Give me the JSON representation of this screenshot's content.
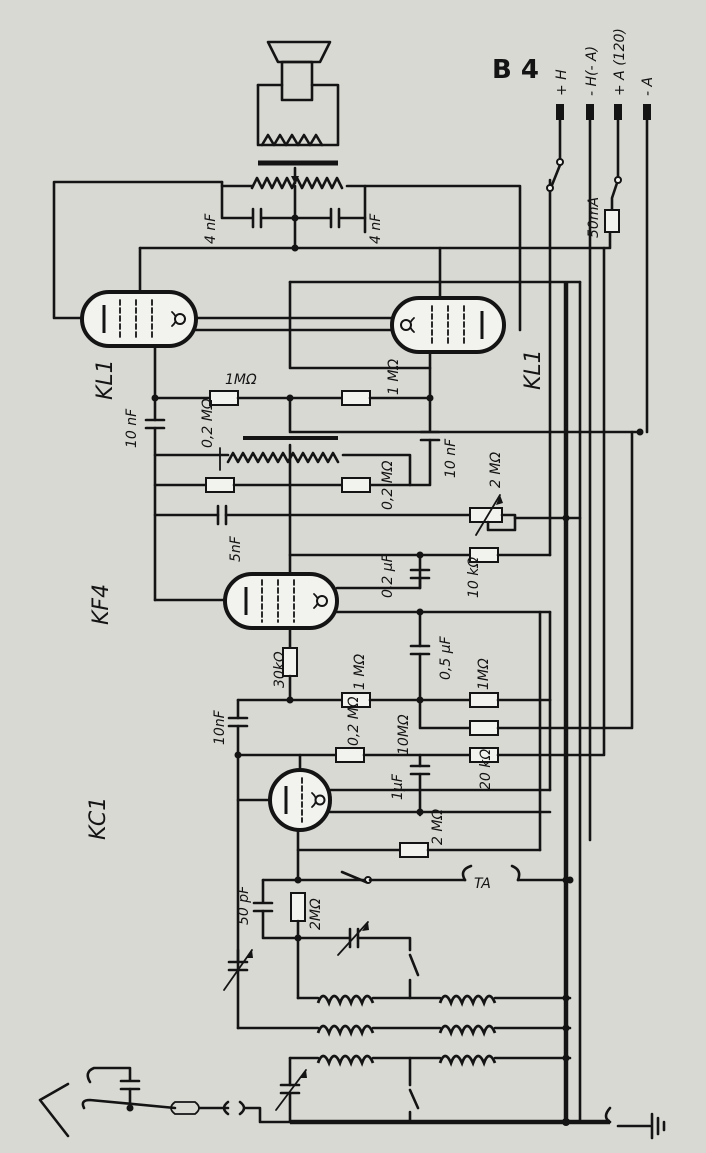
{
  "diagram": {
    "title": "B 4",
    "supply": {
      "h": "+ H",
      "minus_h": "- H(- A)",
      "plus_a": "+ A (120)",
      "minus_a": "- A",
      "fuse": "50mA"
    },
    "tubes": {
      "kc1": "KC1",
      "kf4": "KF4",
      "kl1_left": "KL1",
      "kl1_right": "KL1"
    },
    "labels": {
      "cap_4nf_left": "4 nF",
      "cap_4nf_right": "4 nF",
      "r_1m_top_left": "1MΩ",
      "r_1m_top_right": "1 MΩ",
      "cap_10nf_top_left": "10 nF",
      "cap_10nf_top_right": "10 nF",
      "r_02m_pot": "0,2 MΩ",
      "r_02m_mid": "0,2 MΩ",
      "pot_2m": "2 MΩ",
      "cap_5nf": "5nF",
      "cap_02uf": "0,2 μF",
      "r_10k": "10 kΩ",
      "r_30k": "30kΩ",
      "r_1m_mid": "1 MΩ",
      "cap_05uf": "0,5 μF",
      "r_1m_right": "1MΩ",
      "cap_10nf_low": "10nF",
      "r_02m_low": "0,2 MΩ",
      "r_10m": "10MΩ",
      "cap_1uf": "1μF",
      "r_20k": "20 kΩ",
      "r_2m_low": "2 MΩ",
      "cap_50pf": "50 pF",
      "r_2m_grid": "2MΩ",
      "ta": "TA"
    }
  }
}
